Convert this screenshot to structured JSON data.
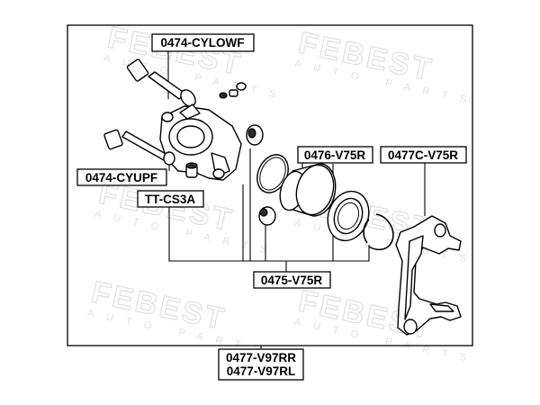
{
  "watermark": {
    "brand": "FEBEST",
    "tagline": "AUTO PARTS"
  },
  "labels": {
    "slide_pin_upper": "0474-CYLOWF",
    "slide_pin_lower": "0474-CYUPF",
    "bleeder_cap": "TT-CS3A",
    "piston": "0476-V75R",
    "mounting_bracket": "0477C-V75R",
    "repair_kit": "0475-V75R",
    "assembly_rr": "0477-V97RR",
    "assembly_rl": "0477-V97RL"
  }
}
